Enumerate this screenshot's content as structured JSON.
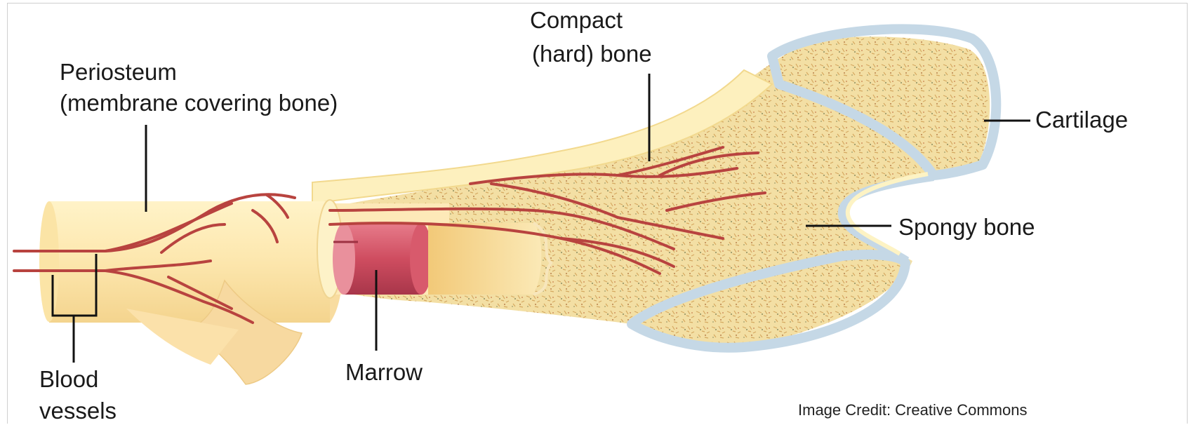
{
  "labels": {
    "compact_line1": "Compact",
    "compact_line2": "(hard) bone",
    "periosteum_line1": "Periosteum",
    "periosteum_line2": "(membrane covering bone)",
    "cartilage": "Cartilage",
    "spongy": "Spongy bone",
    "blood_line1": "Blood",
    "blood_line2": "vessels",
    "marrow": "Marrow",
    "credit": "Image Credit: Creative Commons"
  },
  "colors": {
    "bone_outer": "#fbe7ae",
    "bone_highlight": "#fff6d2",
    "bone_shadow": "#f0d088",
    "spongy": "#f3dfa4",
    "cartilage": "#c9dbe8",
    "marrow": "#cc4a5c",
    "vessel": "#b8433f",
    "leader": "#111111"
  }
}
